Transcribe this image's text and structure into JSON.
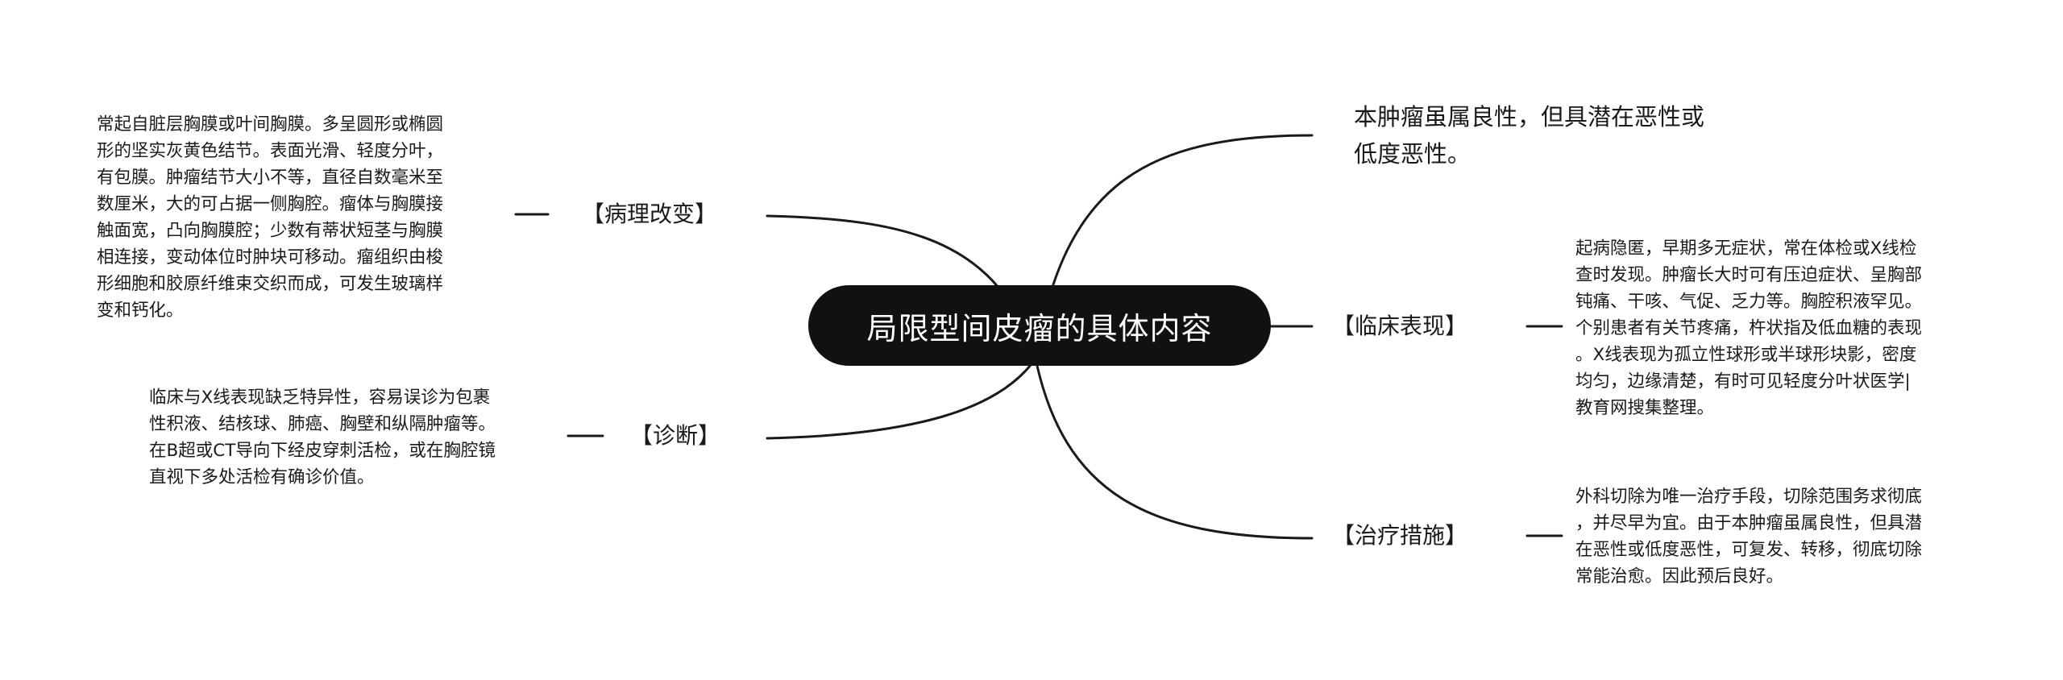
{
  "center": {
    "title": "局限型间皮瘤的具体内容"
  },
  "branches": {
    "top_right": {
      "lines": [
        "本肿瘤虽属良性，但具潜在恶性或",
        "低度恶性。"
      ]
    },
    "pathology": {
      "label": "【病理改变】",
      "lines": [
        "常起自脏层胸膜或叶间胸膜。多呈圆形或椭圆",
        "形的坚实灰黄色结节。表面光滑、轻度分叶，",
        "有包膜。肿瘤结节大小不等，直径自数毫米至",
        "数厘米，大的可占据一侧胸腔。瘤体与胸膜接",
        "触面宽，凸向胸膜腔；少数有蒂状短茎与胸膜",
        "相连接，变动体位时肿块可移动。瘤组织由梭",
        "形细胞和胶原纤维束交织而成，可发生玻璃样",
        "变和钙化。"
      ]
    },
    "clinical": {
      "label": "【临床表现】",
      "lines": [
        "起病隐匿，早期多无症状，常在体检或X线检",
        "查时发现。肿瘤长大时可有压迫症状、呈胸部",
        "钝痛、干咳、气促、乏力等。胸腔积液罕见。",
        "个别患者有关节疼痛，杵状指及低血糖的表现",
        "。X线表现为孤立性球形或半球形块影，密度",
        "均匀，边缘清楚，有时可见轻度分叶状医学|",
        "教育网搜集整理。"
      ]
    },
    "diagnosis": {
      "label": "【诊断】",
      "lines": [
        "临床与X线表现缺乏特异性，容易误诊为包裹",
        "性积液、结核球、肺癌、胸壁和纵隔肿瘤等。",
        "在B超或CT导向下经皮穿刺活检，或在胸腔镜",
        "直视下多处活检有确诊价值。"
      ]
    },
    "treatment": {
      "label": "【治疗措施】",
      "lines": [
        "外科切除为唯一治疗手段，切除范围务求彻底",
        "，并尽早为宜。由于本肿瘤虽属良性，但具潜",
        "在恶性或低度恶性，可复发、转移，彻底切除",
        "常能治愈。因此预后良好。"
      ]
    }
  },
  "colors": {
    "node_fill": "#111111",
    "node_text": "#ffffff",
    "line": "#1a1a1a",
    "text": "#1a1a1a"
  }
}
